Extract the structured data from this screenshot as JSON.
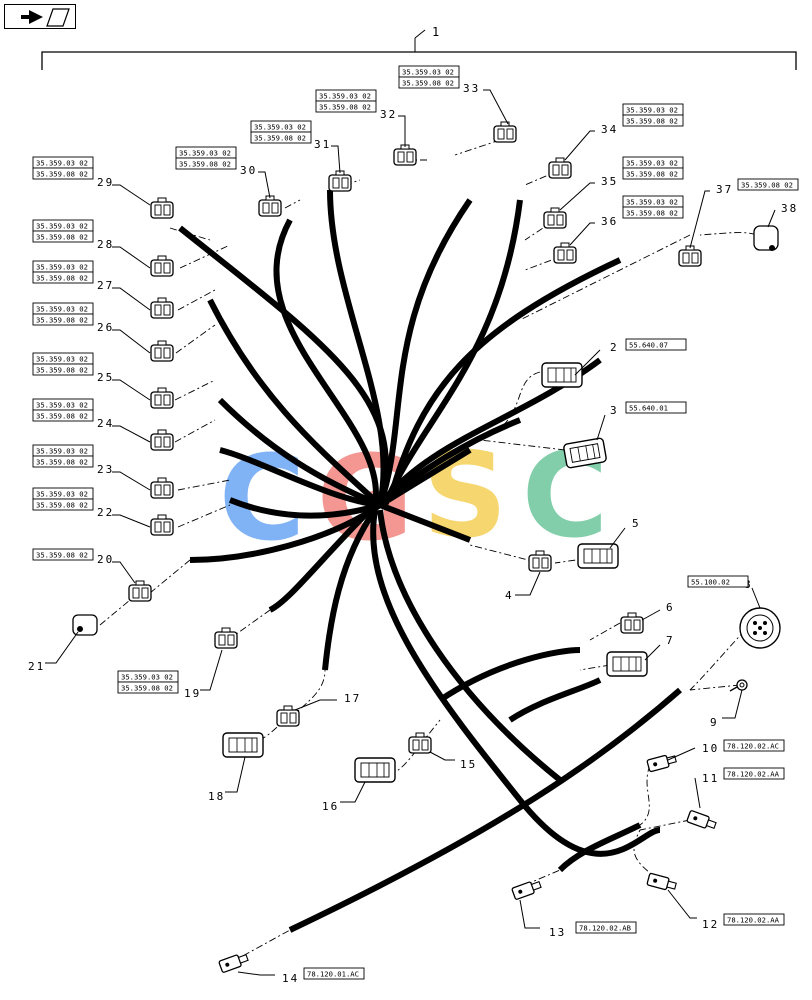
{
  "main_label": "1",
  "callouts": [
    {
      "id": "2",
      "refs": [
        "55.640.07"
      ]
    },
    {
      "id": "3",
      "refs": [
        "55.640.01"
      ]
    },
    {
      "id": "4",
      "refs": []
    },
    {
      "id": "5",
      "refs": []
    },
    {
      "id": "6",
      "refs": []
    },
    {
      "id": "7",
      "refs": []
    },
    {
      "id": "8",
      "refs": [
        "55.100.02"
      ]
    },
    {
      "id": "9",
      "refs": []
    },
    {
      "id": "10",
      "refs": [
        "78.120.02.AC"
      ]
    },
    {
      "id": "11",
      "refs": [
        "78.120.02.AA"
      ]
    },
    {
      "id": "12",
      "refs": [
        "78.120.02.AA"
      ]
    },
    {
      "id": "13",
      "refs": [
        "78.120.02.AB"
      ]
    },
    {
      "id": "14",
      "refs": [
        "78.120.01.AC"
      ]
    },
    {
      "id": "15",
      "refs": []
    },
    {
      "id": "16",
      "refs": []
    },
    {
      "id": "17",
      "refs": []
    },
    {
      "id": "18",
      "refs": []
    },
    {
      "id": "19",
      "refs": [
        "35.359.03 02",
        "35.359.08 02"
      ]
    },
    {
      "id": "20",
      "refs": [
        "35.359.08 02"
      ]
    },
    {
      "id": "21",
      "refs": []
    },
    {
      "id": "22",
      "refs": [
        "35.359.03 02",
        "35.359.08 02"
      ]
    },
    {
      "id": "23",
      "refs": [
        "35.359.03 02",
        "35.359.08 02"
      ]
    },
    {
      "id": "24",
      "refs": [
        "35.359.03 02",
        "35.359.08 02"
      ]
    },
    {
      "id": "25",
      "refs": [
        "35.359.03 02",
        "35.359.08 02"
      ]
    },
    {
      "id": "26",
      "refs": [
        "35.359.03 02",
        "35.359.08 02"
      ]
    },
    {
      "id": "27",
      "refs": [
        "35.359.03 02",
        "35.359.08 02"
      ]
    },
    {
      "id": "28",
      "refs": [
        "35.359.03 02",
        "35.359.08 02"
      ]
    },
    {
      "id": "29",
      "refs": [
        "35.359.03 02",
        "35.359.08 02"
      ]
    },
    {
      "id": "30",
      "refs": [
        "35.359.03 02",
        "35.359.08 02"
      ]
    },
    {
      "id": "31",
      "refs": [
        "35.359.03 02",
        "35.359.08 02"
      ]
    },
    {
      "id": "32",
      "refs": [
        "35.359.03 02",
        "35.359.08 02"
      ]
    },
    {
      "id": "33",
      "refs": [
        "35.359.03 02",
        "35.359.08 02"
      ]
    },
    {
      "id": "34",
      "refs": [
        "35.359.03 02",
        "35.359.08 02"
      ]
    },
    {
      "id": "35",
      "refs": [
        "35.359.03 02",
        "35.359.08 02"
      ]
    },
    {
      "id": "36",
      "refs": [
        "35.359.03 02",
        "35.359.08 02"
      ]
    },
    {
      "id": "37",
      "refs": [
        "35.359.08 02"
      ]
    },
    {
      "id": "38",
      "refs": []
    }
  ],
  "watermark": {
    "text": "CGSC",
    "colors": [
      "#6aa5f5",
      "#f2847e",
      "#f5cf55",
      "#6cc59b"
    ]
  },
  "colors": {
    "line": "#111111",
    "paper": "#ffffff"
  },
  "icons": [
    "return-arrow-icon"
  ]
}
